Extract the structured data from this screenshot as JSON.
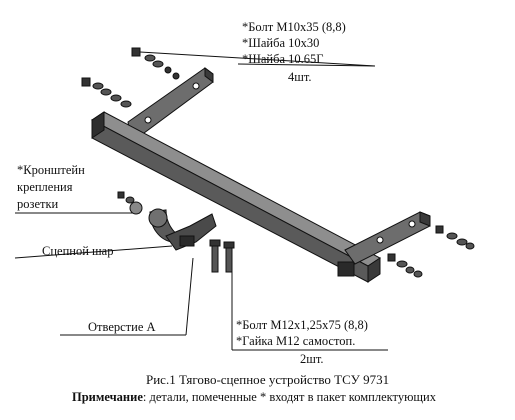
{
  "labels": {
    "top_bolt": "*Болт М10х35 (8,8)",
    "top_washer1": "*Шайба 10х30",
    "top_washer2": "*Шайба 10.65Г",
    "top_qty": "4шт.",
    "bracket_1": "*Кронштейн",
    "bracket_2": "крепления",
    "bracket_3": "розетки",
    "ball": "Сцепной шар",
    "hole": "Отверстие А",
    "bottom_bolt": "*Болт М12х1,25х75 (8,8)",
    "bottom_nut": "*Гайка М12 самостоп.",
    "bottom_qty": "2шт."
  },
  "caption": {
    "title": "Рис.1 Тягово-сцепное устройство ТСУ 9731",
    "note_bold": "Примечание",
    "note_text": ": детали, помеченные * входят в пакет комплектующих"
  }
}
